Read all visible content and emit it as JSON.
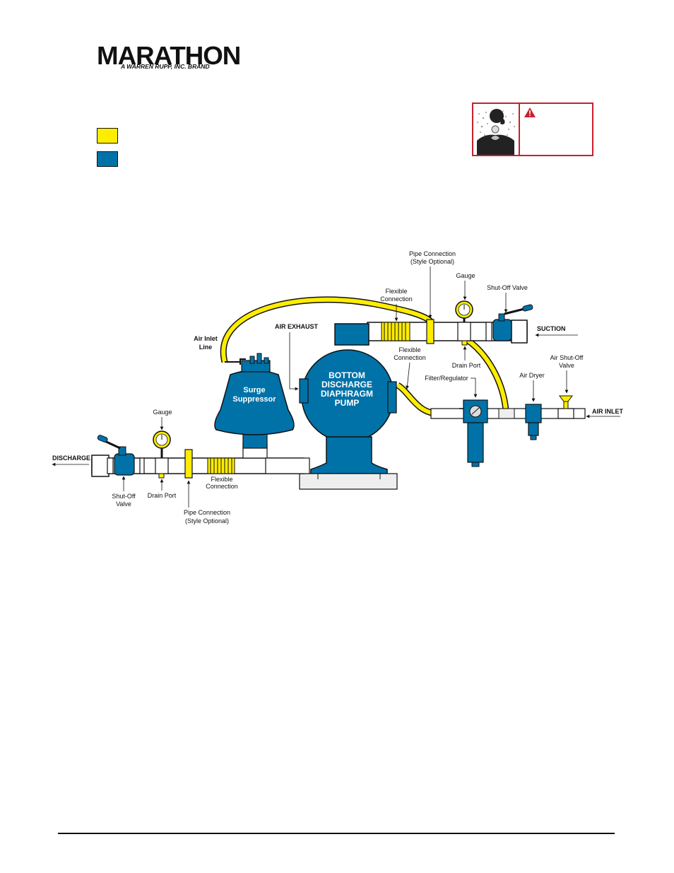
{
  "brand": {
    "name": "MARATHON",
    "tagline": "A WARREN RUPP, INC. BRAND"
  },
  "legend": {
    "yellow_color": "#ffed00",
    "blue_color": "#0072a8"
  },
  "warning": {
    "icon": "warning-triangle-icon",
    "picture": "fume-inhalation-hazard",
    "color": "#c8202c"
  },
  "diagram": {
    "pump_label": [
      "BOTTOM",
      "DISCHARGE",
      "DIAPHRAGM",
      "PUMP"
    ],
    "surge_label": [
      "Surge",
      "Suppressor"
    ],
    "labels": {
      "pipe_connection_top": [
        "Pipe Connection",
        "(Style Optional)"
      ],
      "flexible_connection_top": [
        "Flexible",
        "Connection"
      ],
      "gauge_top": "Gauge",
      "shutoff_valve_top": "Shut-Off Valve",
      "suction": "SUCTION",
      "air_exhaust": "AIR EXHAUST",
      "air_inlet_line": [
        "Air Inlet",
        "Line"
      ],
      "flexible_connection_mid": [
        "Flexible",
        "Connection"
      ],
      "drain_port_top": "Drain Port",
      "filter_regulator": "Filter/Regulator",
      "air_dryer": "Air Dryer",
      "air_shutoff_valve": [
        "Air Shut-Off",
        "Valve"
      ],
      "air_inlet": "AIR INLET",
      "gauge_left": "Gauge",
      "discharge": "DISCHARGE",
      "shutoff_valve_bottom": [
        "Shut-Off",
        "Valve"
      ],
      "drain_port_bottom": "Drain Port",
      "flexible_connection_bottom": [
        "Flexible",
        "Connection"
      ],
      "pipe_connection_bottom": [
        "Pipe Connection",
        "(Style Optional)"
      ]
    }
  }
}
